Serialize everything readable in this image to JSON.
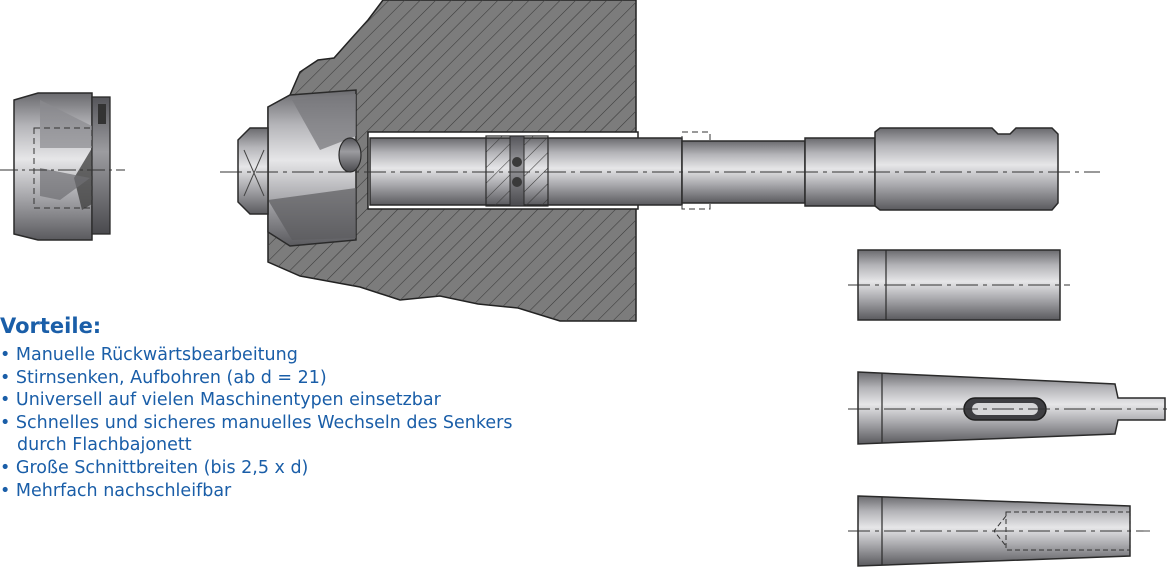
{
  "advantages": {
    "title": "Vorteile:",
    "items": [
      "Manuelle Rückwärtsbearbeitung",
      "Stirnsenken, Aufbohren (ab d = 21)",
      "Universell auf vielen Maschinentypen einsetzbar",
      "Schnelles und sicheres manuelles Wechseln des Senkers durch Flachbajonett",
      "Große Schnittbreiten (bis 2,5 x d)",
      "Mehrfach nachschleifbar"
    ]
  },
  "colors": {
    "text_blue": "#1a5ea8",
    "steel_light": "#d4d4d6",
    "steel_mid": "#9a9a9e",
    "steel_dark": "#5e5e62",
    "hatch": "#3a3a3a"
  }
}
